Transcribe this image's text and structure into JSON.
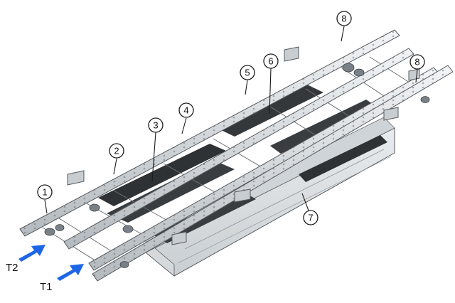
{
  "callouts": [
    {
      "id": "1",
      "label": "1"
    },
    {
      "id": "2",
      "label": "2"
    },
    {
      "id": "3",
      "label": "3"
    },
    {
      "id": "4",
      "label": "4"
    },
    {
      "id": "5",
      "label": "5"
    },
    {
      "id": "6",
      "label": "6"
    },
    {
      "id": "7",
      "label": "7"
    },
    {
      "id": "8a",
      "label": "8"
    },
    {
      "id": "8b",
      "label": "8"
    }
  ],
  "transport_arrows": {
    "t2": {
      "label": "T2"
    },
    "t1": {
      "label": "T1"
    }
  },
  "colors": {
    "arrow": "#1e66e6",
    "frame_light": "#e4e7ea",
    "frame_mid": "#c3c8cd",
    "frame_dark": "#8f969d",
    "belt": "#3a3d40",
    "outline": "#555a5f"
  }
}
